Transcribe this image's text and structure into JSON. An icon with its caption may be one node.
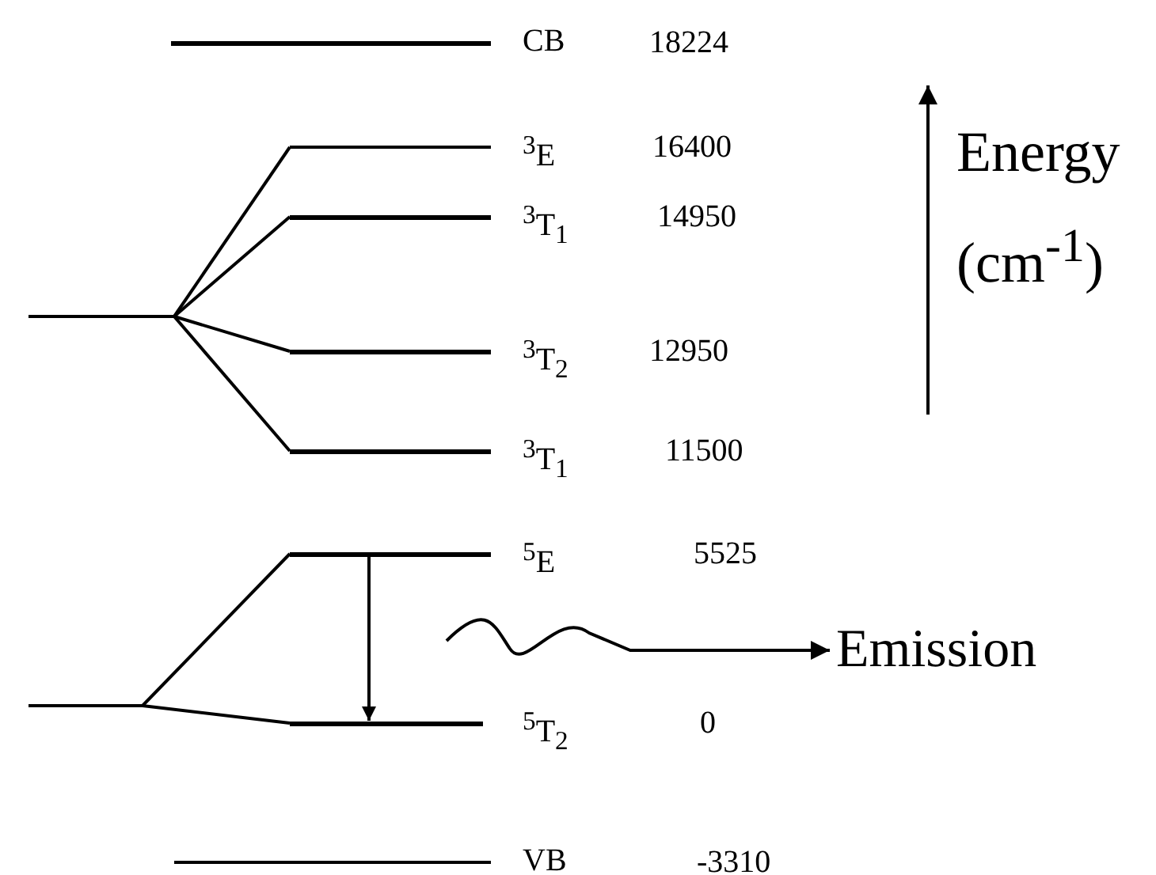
{
  "diagram": {
    "nodes": [
      {
        "text": [
          "CB"
        ]
      },
      {
        "text": [],
        "shape": "bar"
      },
      {
        "text": [
          "$^{3}$E"
        ]
      },
      {
        "text": [
          "$^{3}$T$_{1}$"
        ]
      },
      {
        "text": [
          "$^{3}$T$_{2}$"
        ]
      },
      {
        "text": [
          "$^{3}$T$_{1}$"
        ]
      },
      {
        "text": [],
        "shape": "bar"
      },
      {
        "text": [
          "$^{5}$E"
        ]
      },
      {
        "text": [
          "$^{5}$T$_{2}$"
        ]
      },
      {
        "text": [
          "VB"
        ]
      },
      {
        "text": [
          "Emission"
        ]
      }
    ],
    "edges": [
      {
        "from": 1,
        "to": 2,
        "arrow": "none"
      },
      {
        "from": 1,
        "to": 3,
        "arrow": "none"
      },
      {
        "from": 1,
        "to": 4,
        "arrow": "none"
      },
      {
        "from": 1,
        "to": 5,
        "arrow": "none"
      },
      {
        "from": 6,
        "to": 7,
        "arrow": "none"
      },
      {
        "from": 6,
        "to": 8,
        "arrow": "none"
      },
      {
        "from": 7,
        "to": 8,
        "arrow": "to"
      },
      {
        "from": null,
        "to": 10,
        "arrow": "to"
      }
    ],
    "labels": [
      "18224",
      "16400",
      "Energy (cm$^{-1}$)",
      "14950",
      "12950",
      "11500",
      "5525",
      "0",
      "-3310"
    ]
  }
}
